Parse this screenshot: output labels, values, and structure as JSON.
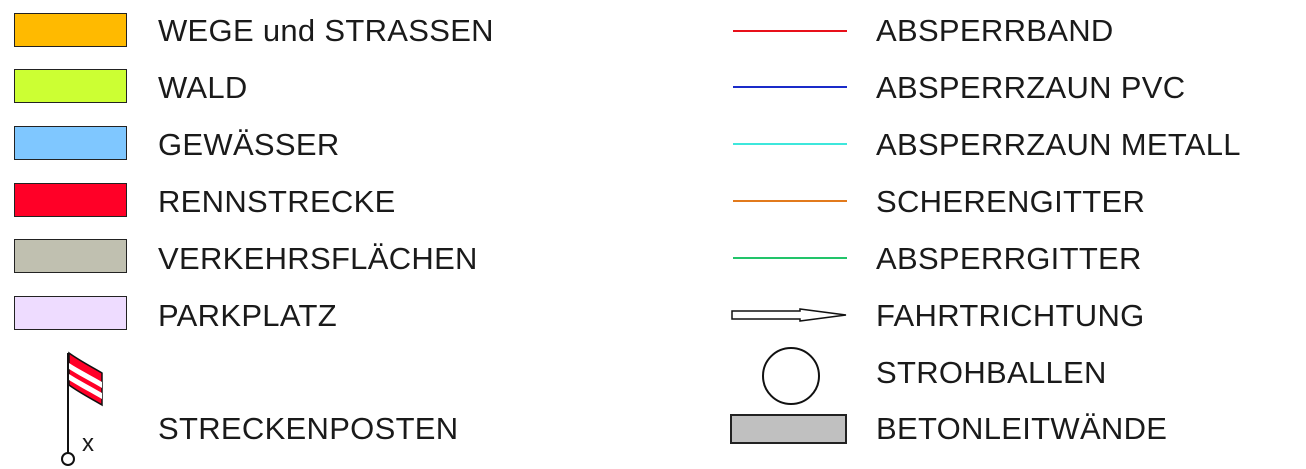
{
  "legend": {
    "areas": [
      {
        "label": "WEGE und STRASSEN",
        "color": "#ffba00"
      },
      {
        "label": "WALD",
        "color": "#ccff33"
      },
      {
        "label": "GEWÄSSER",
        "color": "#7fc7ff"
      },
      {
        "label": "RENNSTRECKE",
        "color": "#ff0027"
      },
      {
        "label": "VERKEHRSFLÄCHEN",
        "color": "#c0c0b0"
      },
      {
        "label": "PARKPLATZ",
        "color": "#eedcff"
      }
    ],
    "post": {
      "label": "STRECKENPOSTEN",
      "marker": "x",
      "icon": "marshal-flag-icon",
      "flag_colors": [
        "#ff0027",
        "#ffffff"
      ]
    },
    "lines": [
      {
        "label": "ABSPERRBAND",
        "color": "#e8101a"
      },
      {
        "label": "ABSPERRZAUN PVC",
        "color": "#1a2bc9"
      },
      {
        "label": "ABSPERRZAUN METALL",
        "color": "#3ee7dc"
      },
      {
        "label": "SCHERENGITTER",
        "color": "#e27a1c"
      },
      {
        "label": "ABSPERRGITTER",
        "color": "#22c46a"
      }
    ],
    "symbols": [
      {
        "label": "FAHRTRICHTUNG",
        "icon": "direction-arrow-icon"
      },
      {
        "label": "STROHBALLEN",
        "icon": "straw-bale-circle-icon"
      },
      {
        "label": "BETONLEITWÄNDE",
        "icon": "concrete-barrier-icon",
        "color": "#c0c0c0"
      }
    ]
  }
}
